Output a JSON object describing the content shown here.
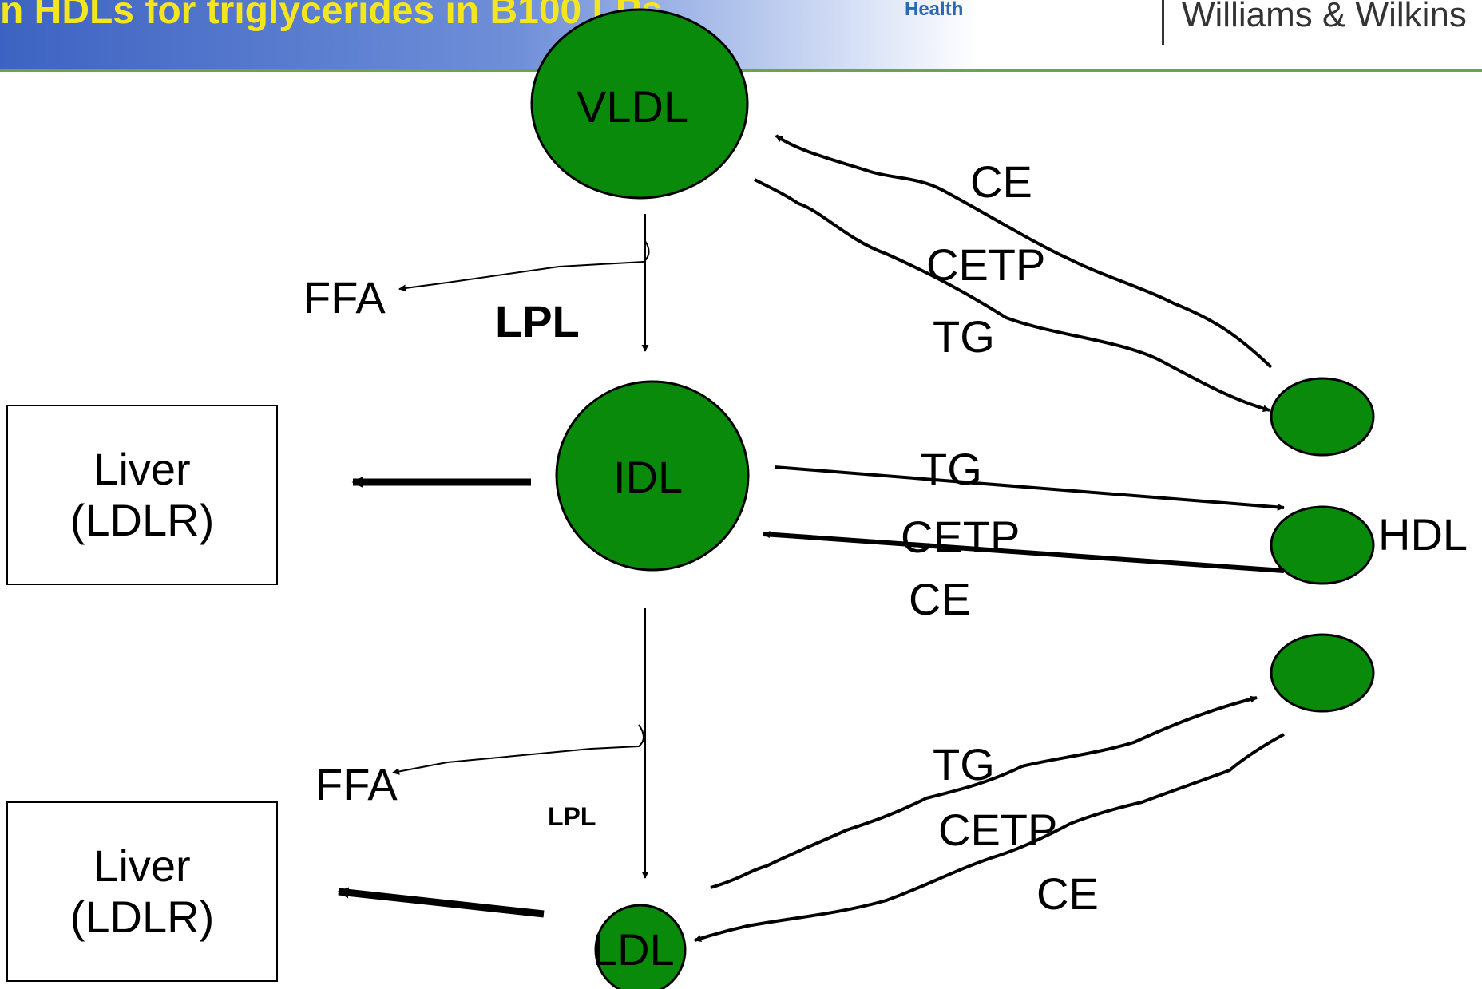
{
  "header": {
    "title": "n HDLs for triglycerides in B100 LPs",
    "health_logo": "Health",
    "publisher": "Williams & Wilkins"
  },
  "colors": {
    "particle_fill": "#0a8a0a",
    "title_text": "#f4e61e",
    "header_blue": "#3d63c2",
    "rule_green": "#6ea34a"
  },
  "particles": {
    "vldl": "VLDL",
    "idl": "IDL",
    "ldl": "LDL",
    "hdl": "HDL"
  },
  "livers": [
    {
      "line1": "Liver",
      "line2": "(LDLR)"
    },
    {
      "line1": "Liver",
      "line2": "(LDLR)"
    }
  ],
  "lipolysis": [
    {
      "product": "FFA",
      "enzyme": "LPL"
    },
    {
      "product": "FFA",
      "enzyme": "LPL"
    }
  ],
  "exchanges": {
    "vldl_hdl": [
      "CE",
      "CETP",
      "TG"
    ],
    "idl_hdl": [
      "TG",
      "CETP",
      "CE"
    ],
    "ldl_hdl": [
      "TG",
      "CETP",
      "CE"
    ]
  }
}
